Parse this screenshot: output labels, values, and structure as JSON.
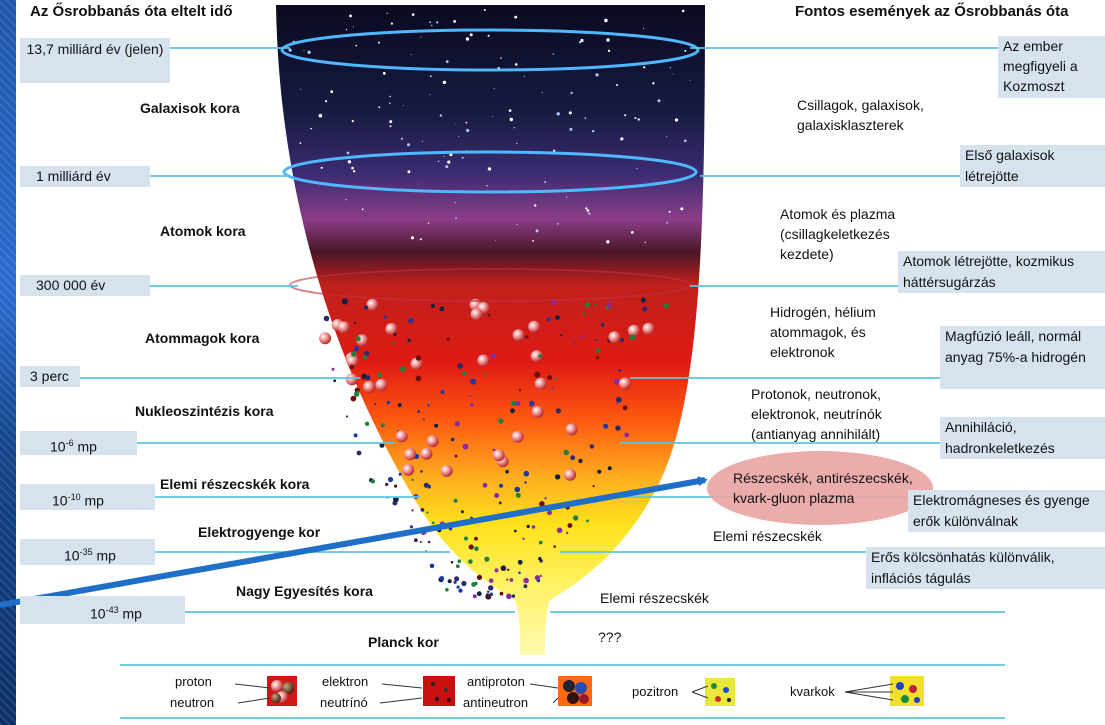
{
  "headers": {
    "left": "Az Ősrobbanás óta eltelt idő",
    "right": "Fontos események az Ősrobbanás óta"
  },
  "time_labels": [
    {
      "text": "13,7 milliárd év (jelen)"
    },
    {
      "text": "1 milliárd év"
    },
    {
      "text": "300 000 év"
    },
    {
      "text": "3 perc"
    },
    {
      "base": "10",
      "exp": "-6",
      "unit": "mp"
    },
    {
      "base": "10",
      "exp": "-10",
      "unit": "mp"
    },
    {
      "base": "10",
      "exp": "-35",
      "unit": "mp"
    },
    {
      "base": "10",
      "exp": "-43",
      "unit": "mp"
    }
  ],
  "eras": [
    "Galaxisok kora",
    "Atomok kora",
    "Atommagok kora",
    "Nukleoszintézis kora",
    "Elemi részecskék kora",
    "Elektrogyenge kor",
    "Nagy Egyesítés kora",
    "Planck kor"
  ],
  "contents": [
    "Csillagok, galaxisok, galaxisklaszterek",
    "Atomok és plazma (csillagkeletkezés kezdete)",
    "Hidrogén, hélium atommagok, és elektronok",
    "Protonok, neutronok, elektronok, neutrínók (antianyag annihilált)",
    "Részecskék, antirészecskék, kvark-gluon plazma",
    "Elemi részecskék",
    "Elemi részecskék",
    "???"
  ],
  "events": [
    "Az ember megfigyeli a Kozmoszt",
    "Első galaxisok létrejötte",
    "Atomok létrejötte, kozmikus háttérsugárzás",
    "Magfúzió leáll, normál anyag 75%-a hidrogén",
    "Annihiláció, hadronkeletkezés",
    "Elektromágneses és gyenge erők különválnak",
    "Erős kölcsönhatás különválik, inflációs tágulás"
  ],
  "legend": {
    "proton": "proton",
    "neutron": "neutron",
    "elektron": "elektron",
    "neutrino": "neutrínó",
    "antiproton": "antiproton",
    "antineutron": "antineutron",
    "pozitron": "pozitron",
    "kvarkok": "kvarkok"
  },
  "colors": {
    "line": "#5bc6df",
    "box": "#d7e2ef",
    "arrow": "#1f6fc9",
    "highlight": "#e9a3a3",
    "sidebar": "#1d55a8"
  }
}
